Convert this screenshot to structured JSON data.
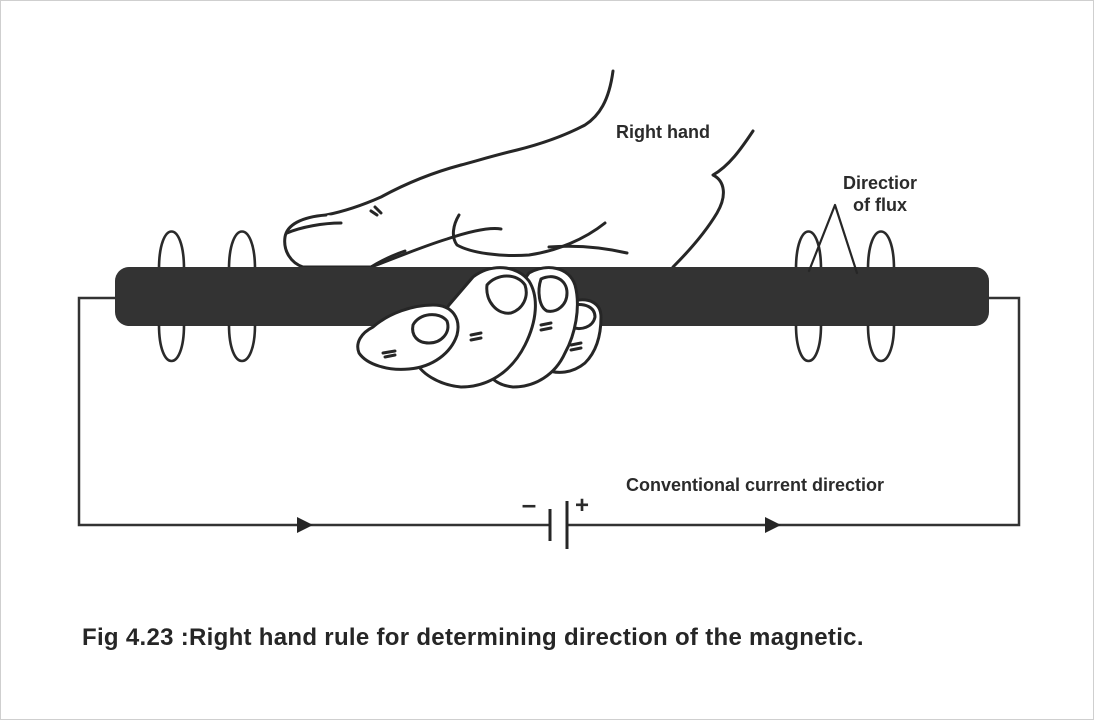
{
  "labels": {
    "right_hand": "Right hand",
    "flux_line1": "Directior",
    "flux_line2": "of flux",
    "current": "Conventional current directior",
    "minus": "–",
    "plus": "+"
  },
  "caption": "Fig 4.23 :Right hand rule for determining direction of the magnetic.",
  "colors": {
    "conductor": "#333333",
    "line": "#262626",
    "background": "#ffffff"
  }
}
